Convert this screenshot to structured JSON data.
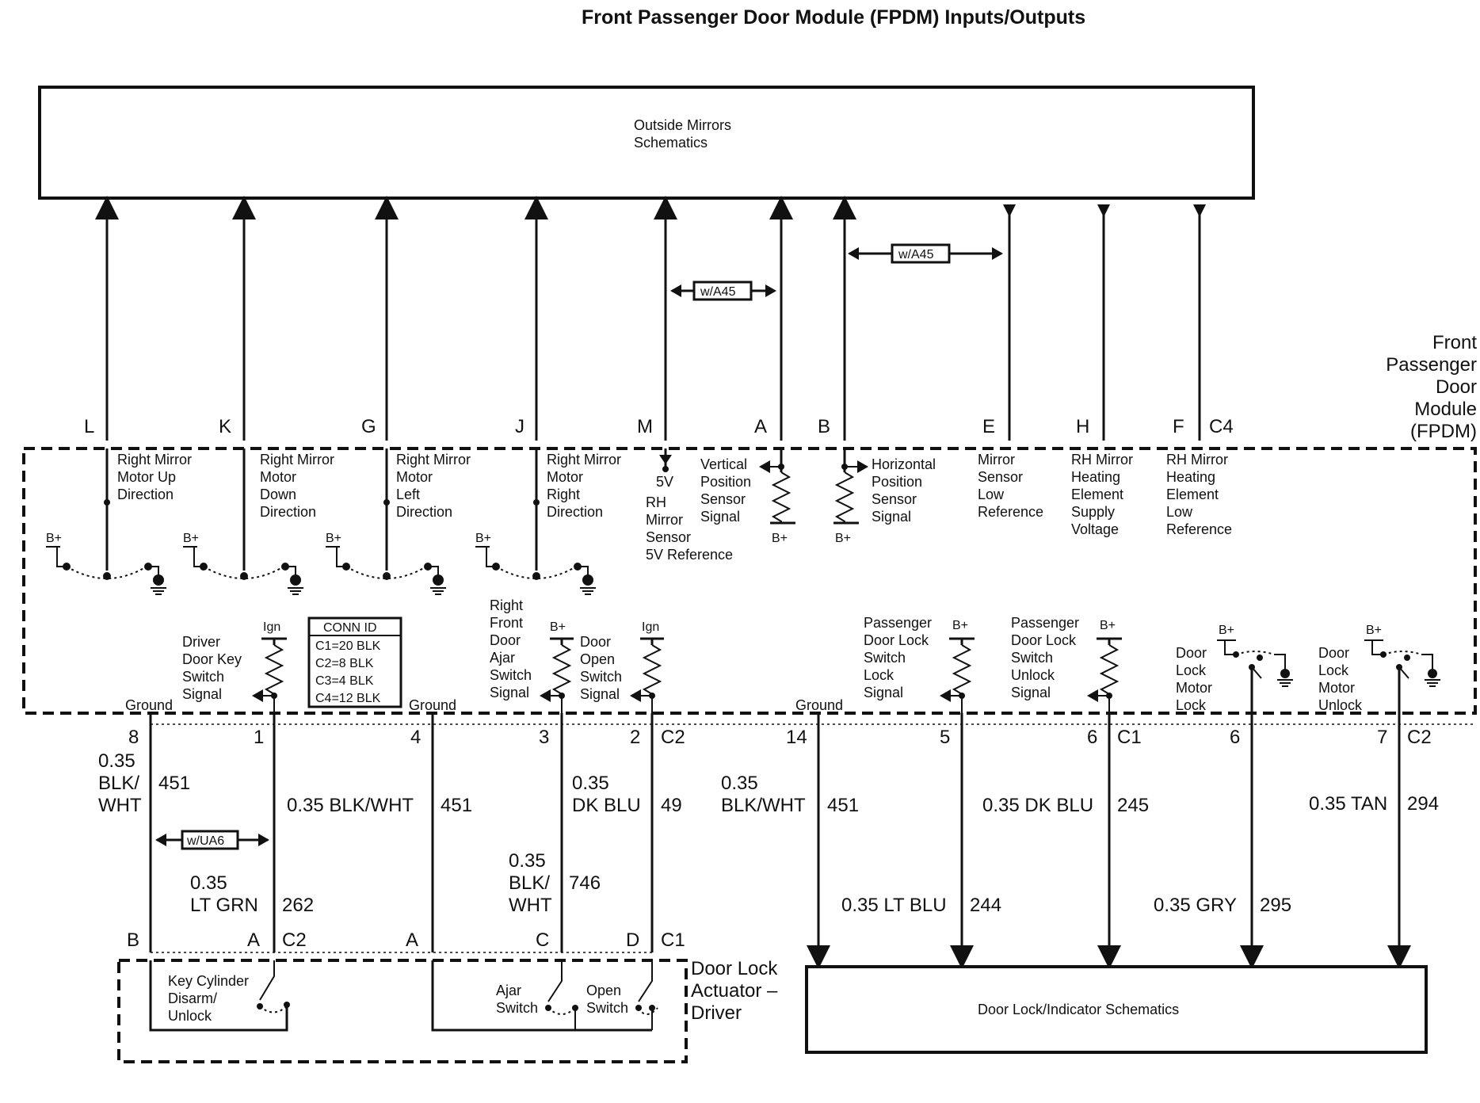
{
  "title": "Front Passenger Door Module (FPDM) Inputs/Outputs",
  "outside_mirrors_box": {
    "line1": "Outside Mirrors",
    "line2": "Schematics"
  },
  "module_label": [
    "Front",
    "Passenger",
    "Door",
    "Module",
    "(FPDM)"
  ],
  "option_tags": {
    "wa45_left": "w/A45",
    "wa45_right": "w/A45",
    "wua6": "w/UA6"
  },
  "conn_id": {
    "header": "CONN ID",
    "rows": [
      "C1=20 BLK",
      "C2=8 BLK",
      "C3=4 BLK",
      "C4=12 BLK"
    ]
  },
  "top_pins": {
    "L": "L",
    "K": "K",
    "G": "G",
    "J": "J",
    "M": "M",
    "A": "A",
    "B": "B",
    "E": "E",
    "H": "H",
    "F": "F",
    "C4": "C4"
  },
  "top_functions": {
    "L": [
      "Right Mirror",
      "Motor Up",
      "Direction"
    ],
    "K": [
      "Right Mirror",
      "Motor",
      "Down",
      "Direction"
    ],
    "G": [
      "Right Mirror",
      "Motor",
      "Left",
      "Direction"
    ],
    "J": [
      "Right Mirror",
      "Motor",
      "Right",
      "Direction"
    ],
    "M": [
      "RH",
      "Mirror",
      "Sensor",
      "5V Reference"
    ],
    "M_volt": "5V",
    "A": [
      "Vertical",
      "Position",
      "Sensor",
      "Signal"
    ],
    "B": [
      "Horizontal",
      "Position",
      "Sensor",
      "Signal"
    ],
    "E": [
      "Mirror",
      "Sensor",
      "Low",
      "Reference"
    ],
    "H": [
      "RH Mirror",
      "Heating",
      "Element",
      "Supply",
      "Voltage"
    ],
    "F": [
      "RH Mirror",
      "Heating",
      "Element",
      "Low",
      "Reference"
    ]
  },
  "supply_labels": {
    "bplus": "B+",
    "ign": "Ign",
    "ground": "Ground"
  },
  "bottom_functions": {
    "driver_key": [
      "Driver",
      "Door Key",
      "Switch",
      "Signal"
    ],
    "ajar": [
      "Right",
      "Front",
      "Door",
      "Ajar",
      "Switch",
      "Signal"
    ],
    "open": [
      "Door",
      "Open",
      "Switch",
      "Signal"
    ],
    "pass_lock": [
      "Passenger",
      "Door Lock",
      "Switch",
      "Lock",
      "Signal"
    ],
    "pass_unlock": [
      "Passenger",
      "Door Lock",
      "Switch",
      "Unlock",
      "Signal"
    ],
    "motor_lock": [
      "Door",
      "Lock",
      "Motor",
      "Lock"
    ],
    "motor_unlock": [
      "Door",
      "Lock",
      "Motor",
      "Unlock"
    ]
  },
  "bottom_pins": {
    "p8": "8",
    "p1": "1",
    "p4": "4",
    "p3": "3",
    "p2": "2",
    "c2a": "C2",
    "p14": "14",
    "p5": "5",
    "p6a": "6",
    "c1a": "C1",
    "p6b": "6",
    "p7": "7",
    "c2b": "C2"
  },
  "wires": {
    "w8": [
      "0.35",
      "BLK/",
      "WHT"
    ],
    "w8_circ": "451",
    "w1_color": "0.35 BLK/WHT",
    "w1_circ": "451",
    "w1b": [
      "0.35",
      "LT GRN"
    ],
    "w1b_circ": "262",
    "w2": [
      "0.35",
      "DK BLU"
    ],
    "w2_circ": "49",
    "w3": [
      "0.35",
      "BLK/",
      "WHT"
    ],
    "w3_circ": "746",
    "w14": [
      "0.35",
      "BLK/WHT"
    ],
    "w14_circ": "451",
    "w5_color": "0.35 LT BLU",
    "w5_circ": "244",
    "w6_color": "0.35 DK BLU",
    "w6_circ": "245",
    "w6b_color": "0.35 GRY",
    "w6b_circ": "295",
    "w7_color": "0.35 TAN",
    "w7_circ": "294"
  },
  "actuator_pins": {
    "B": "B",
    "A1": "A",
    "C2": "C2",
    "A2": "A",
    "C": "C",
    "D": "D",
    "C1": "C1"
  },
  "actuator": {
    "label": [
      "Door Lock",
      "Actuator –",
      "Driver"
    ],
    "key_cyl": [
      "Key Cylinder",
      "Disarm/",
      "Unlock"
    ],
    "ajar": [
      "Ajar",
      "Switch"
    ],
    "open": [
      "Open",
      "Switch"
    ]
  },
  "door_lock_box": "Door Lock/Indicator Schematics"
}
